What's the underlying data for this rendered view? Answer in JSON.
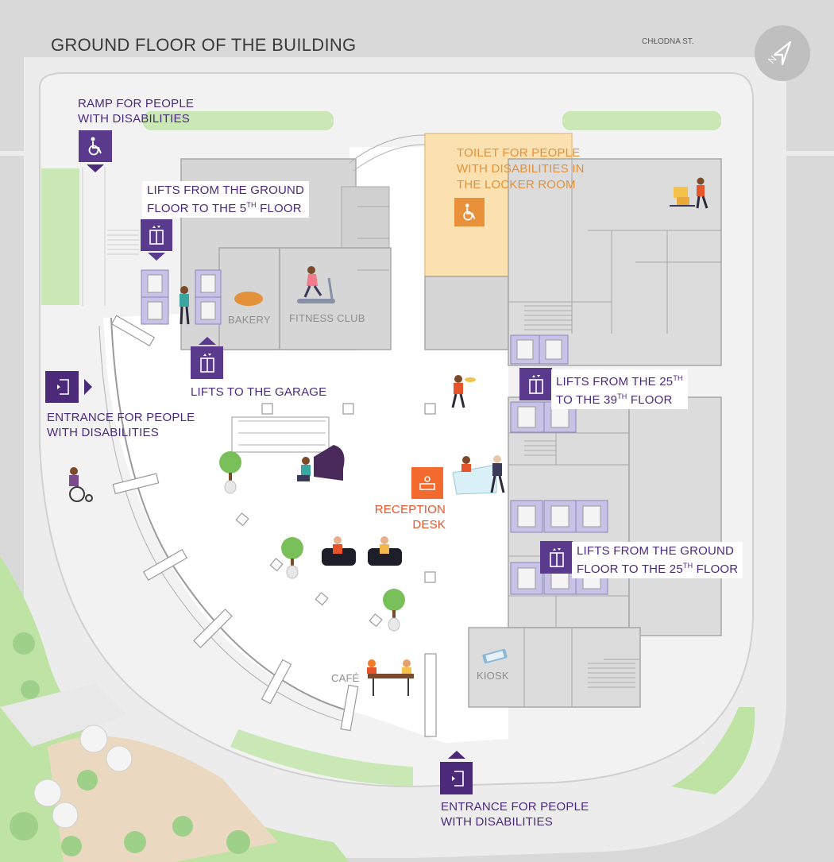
{
  "title": "GROUND FLOOR OF THE BUILDING",
  "street": "CHŁODNA ST.",
  "compass": {
    "icon": "north-compass-icon",
    "letter": "N"
  },
  "labels": {
    "ramp": {
      "line1": "RAMP FOR PEOPLE",
      "line2": "WITH DISABILITIES"
    },
    "lifts_ground_5": {
      "line1": "LIFTS FROM THE GROUND",
      "line2_pre": "FLOOR TO THE 5",
      "line2_sup": "TH",
      "line2_post": " FLOOR"
    },
    "toilet": {
      "line1": "TOILET FOR PEOPLE",
      "line2": "WITH DISABILITIES IN",
      "line3": "THE LOCKER ROOM"
    },
    "bakery": "BAKERY",
    "fitness": "FITNESS CLUB",
    "lifts_garage": "LIFTS TO THE GARAGE",
    "entrance_left": {
      "line1": "ENTRANCE FOR PEOPLE",
      "line2": "WITH DISABILITIES"
    },
    "lifts_25_39": {
      "line1_pre": "LIFTS FROM THE 25",
      "line1_sup": "TH",
      "line2_pre": "TO THE 39",
      "line2_sup": "TH",
      "line2_post": " FLOOR"
    },
    "reception": {
      "line1": "RECEPTION",
      "line2": "DESK"
    },
    "lifts_ground_25": {
      "line1": "LIFTS FROM THE GROUND",
      "line2_pre": "FLOOR TO THE 25",
      "line2_sup": "TH",
      "line2_post": " FLOOR"
    },
    "cafe": "CAFÉ",
    "kiosk": "KIOSK",
    "entrance_bottom": {
      "line1": "ENTRANCE FOR PEOPLE",
      "line2": "WITH DISABILITIES"
    }
  },
  "icons": {
    "ramp": "wheelchair-icon",
    "toilet": "wheelchair-icon",
    "lifts": "elevator-icon",
    "entrance": "door-entrance-icon",
    "reception": "reception-desk-icon"
  },
  "colors": {
    "accent_purple": "#5a3a8c",
    "dark_purple": "#4b2a7a",
    "toilet_fill": "#fbe0b0",
    "toilet_icon": "#e8903a",
    "reception_icon": "#f26a2e",
    "lift_cell": "#c7c2e6",
    "park_green": "#bfe3a5",
    "building_grey": "#dcdcdc",
    "road_grey": "#cfcfcf"
  }
}
